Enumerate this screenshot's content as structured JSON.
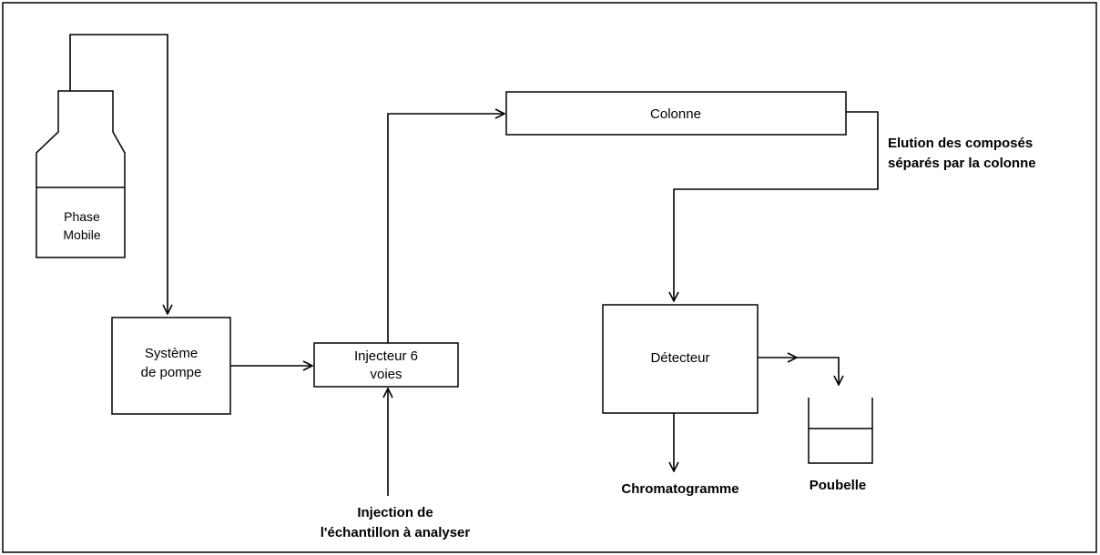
{
  "bottle": {
    "label_line1": "Phase",
    "label_line2": "Mobile"
  },
  "pump": {
    "label_line1": "Système",
    "label_line2": "de pompe"
  },
  "injector": {
    "label_line1": "Injecteur 6",
    "label_line2": "voies"
  },
  "column": {
    "label": "Colonne"
  },
  "detector": {
    "label": "Détecteur"
  },
  "elution": {
    "line1": "Elution des composés",
    "line2": "séparés par la colonne"
  },
  "injection": {
    "line1": "Injection de",
    "line2": "l'échantillon  à analyser"
  },
  "chromatogram": {
    "label": "Chromatogramme"
  },
  "waste": {
    "label": "Poubelle"
  }
}
